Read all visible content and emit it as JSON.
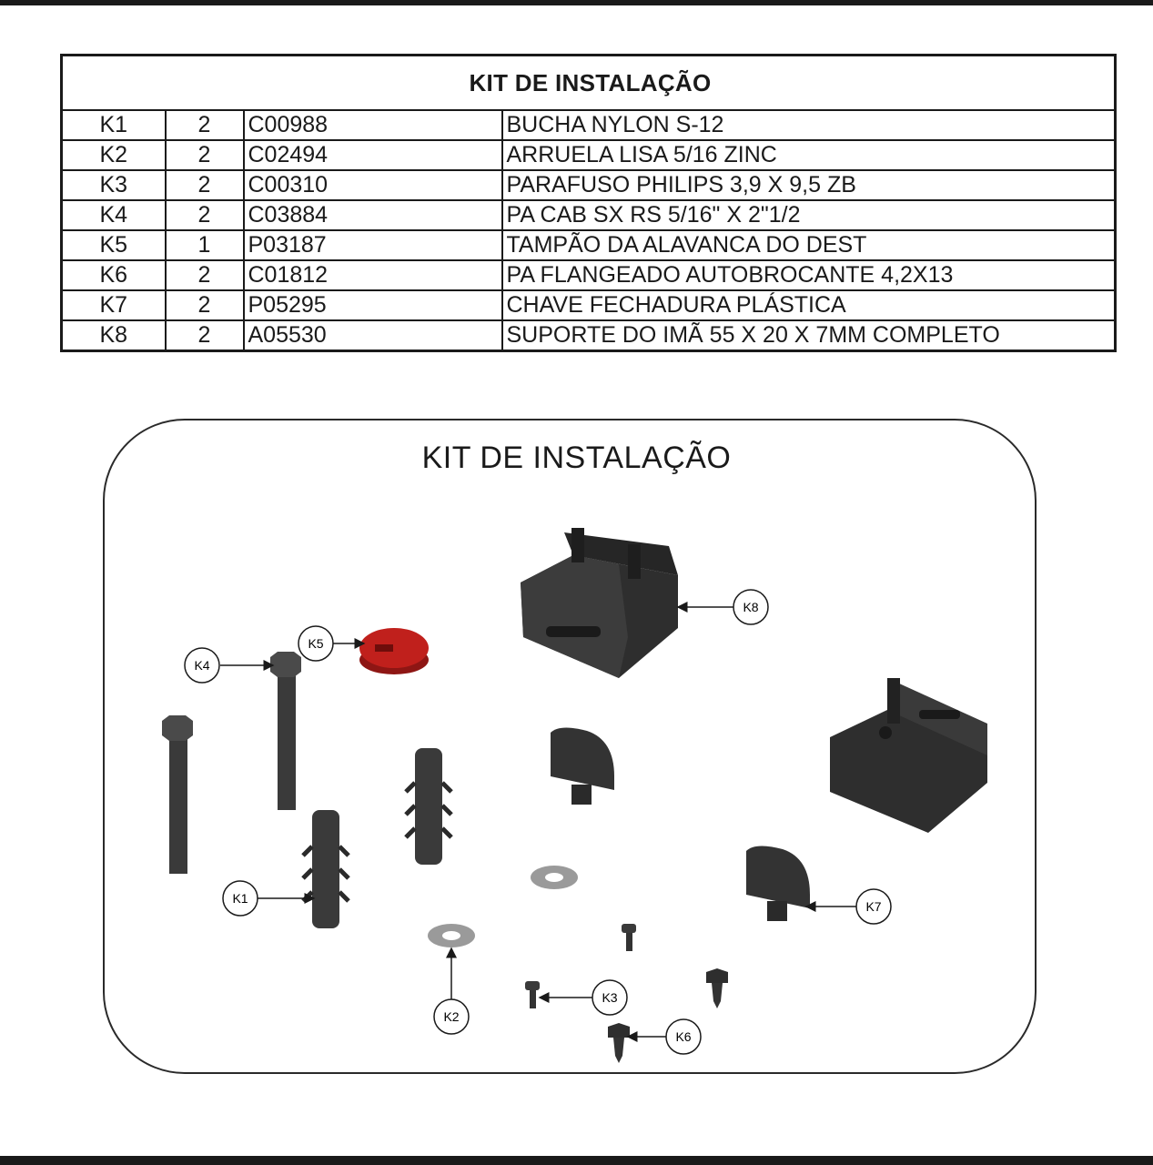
{
  "table": {
    "title": "KIT DE INSTALAÇÃO",
    "rows": [
      {
        "id": "K1",
        "qty": "2",
        "code": "C00988",
        "desc": "BUCHA NYLON S-12"
      },
      {
        "id": "K2",
        "qty": "2",
        "code": "C02494",
        "desc": "ARRUELA LISA 5/16 ZINC"
      },
      {
        "id": "K3",
        "qty": "2",
        "code": "C00310",
        "desc": "PARAFUSO PHILIPS 3,9 X 9,5  ZB"
      },
      {
        "id": "K4",
        "qty": "2",
        "code": "C03884",
        "desc": "PA CAB SX RS 5/16\" X 2\"1/2"
      },
      {
        "id": "K5",
        "qty": "1",
        "code": "P03187",
        "desc": "TAMPÃO DA ALAVANCA DO DEST"
      },
      {
        "id": "K6",
        "qty": "2",
        "code": "C01812",
        "desc": "PA FLANGEADO AUTOBROCANTE 4,2X13"
      },
      {
        "id": "K7",
        "qty": "2",
        "code": "P05295",
        "desc": "CHAVE FECHADURA PLÁSTICA"
      },
      {
        "id": "K8",
        "qty": "2",
        "code": "A05530",
        "desc": "SUPORTE DO IMÃ 55 X 20 X 7MM COMPLETO"
      }
    ]
  },
  "diagram": {
    "title": "KIT DE INSTALAÇÃO",
    "callouts": {
      "k1": "K1",
      "k2": "K2",
      "k3": "K3",
      "k4": "K4",
      "k5": "K5",
      "k6": "K6",
      "k7": "K7",
      "k8": "K8"
    },
    "colors": {
      "part": "#3a3a3a",
      "part_dark": "#262626",
      "cap": "#c0201c",
      "line": "#1a1a1a"
    }
  }
}
